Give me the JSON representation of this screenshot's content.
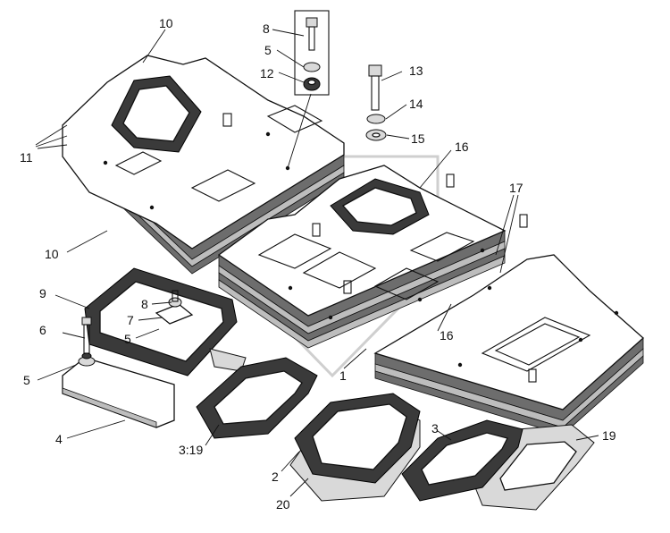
{
  "diagram": {
    "labels": [
      {
        "id": "l10a",
        "text": "10"
      },
      {
        "id": "l8a",
        "text": "8"
      },
      {
        "id": "l5a",
        "text": "5"
      },
      {
        "id": "l12",
        "text": "12"
      },
      {
        "id": "l13",
        "text": "13"
      },
      {
        "id": "l14",
        "text": "14"
      },
      {
        "id": "l15",
        "text": "15"
      },
      {
        "id": "l11",
        "text": "11"
      },
      {
        "id": "l16a",
        "text": "16"
      },
      {
        "id": "l17",
        "text": "17"
      },
      {
        "id": "l10b",
        "text": "10"
      },
      {
        "id": "l9",
        "text": "9"
      },
      {
        "id": "l8b",
        "text": "8"
      },
      {
        "id": "l7",
        "text": "7"
      },
      {
        "id": "l6",
        "text": "6"
      },
      {
        "id": "l5b",
        "text": "5"
      },
      {
        "id": "l5c",
        "text": "5"
      },
      {
        "id": "l16b",
        "text": "16"
      },
      {
        "id": "l1",
        "text": "1"
      },
      {
        "id": "l4",
        "text": "4"
      },
      {
        "id": "l319",
        "text": "3:19"
      },
      {
        "id": "l3",
        "text": "3"
      },
      {
        "id": "l19",
        "text": "19"
      },
      {
        "id": "l2",
        "text": "2"
      },
      {
        "id": "l20",
        "text": "20"
      }
    ]
  }
}
